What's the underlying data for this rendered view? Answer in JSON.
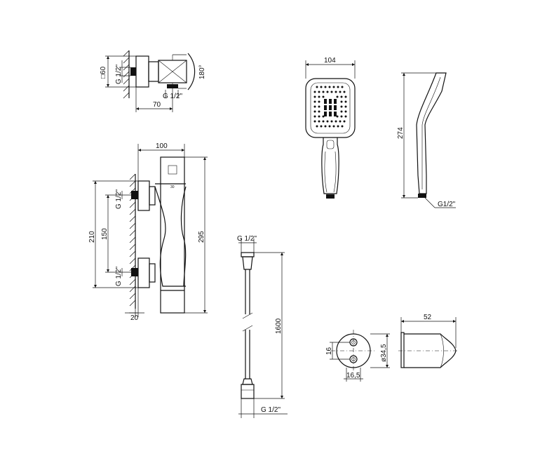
{
  "top_view": {
    "dim_square": "□60",
    "dim_thread": "G 1/2\"",
    "dim_thread_bottom": "G 1/2\"",
    "dim_angle": "180°",
    "dim_width": "70"
  },
  "front_view": {
    "dim_width": "100",
    "dim_thread_upper": "G 1/2\"",
    "dim_thread_lower": "G 1/2\"",
    "dim_outer_height": "210",
    "dim_center_distance": "150",
    "dim_total_height": "295",
    "dim_wall_offset": "20",
    "dial_label": "30"
  },
  "hand_shower": {
    "dim_width": "104",
    "dim_length": "274",
    "dim_thread": "G1/2\""
  },
  "hose": {
    "dim_thread_top": "G 1/2\"",
    "dim_length": "1600",
    "dim_thread_bottom": "G 1/2\""
  },
  "holder": {
    "dim_hole_spacing": "16",
    "dim_hole_offset": "16,5",
    "dim_diameter": "ø34,5",
    "dim_depth": "52"
  }
}
